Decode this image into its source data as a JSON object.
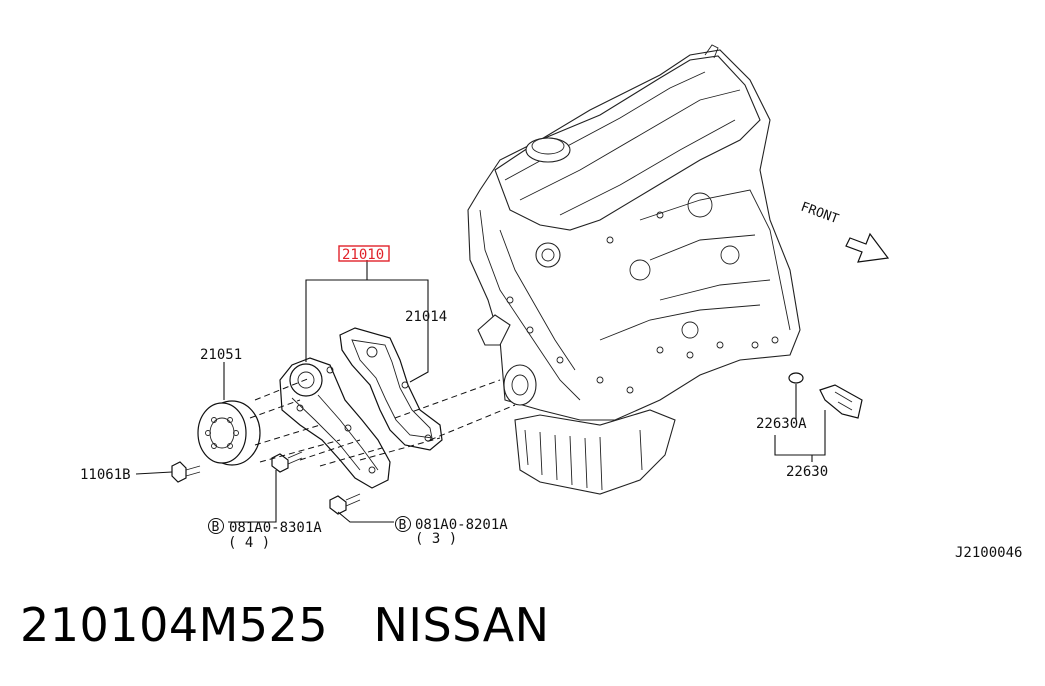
{
  "diagram": {
    "callouts": {
      "water_pump_assy": "21010",
      "gasket": "21014",
      "pulley": "21051",
      "pulley_bolt": "11061B",
      "bolt_a_code": "081A0-8301A",
      "bolt_a_qty": "( 4 )",
      "bolt_b_code": "081A0-8201A",
      "bolt_b_qty": "( 3 )",
      "bolt_marker": "B",
      "sensor_washer": "22630A",
      "sensor": "22630",
      "front_arrow": "FRONT",
      "diagram_code": "J2100046"
    },
    "highlight_color": "#e0222a"
  },
  "caption": {
    "part_number": "210104M525",
    "brand": "NISSAN"
  }
}
